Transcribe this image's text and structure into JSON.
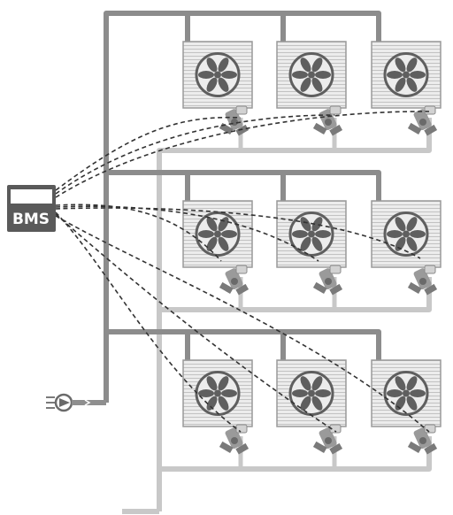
{
  "diagram": {
    "controller": {
      "label": "BMS"
    },
    "colors": {
      "supply_pipe": "#8c8c8c",
      "return_pipe": "#c8c8c8",
      "unit_fill": "#e7e7e7",
      "unit_line": "#b9b9b9",
      "fan": "#5f5f5f",
      "control_wire": "#333333",
      "bms_box": "#5a5a5a"
    },
    "units_per_floor": 3,
    "floors": 3
  }
}
